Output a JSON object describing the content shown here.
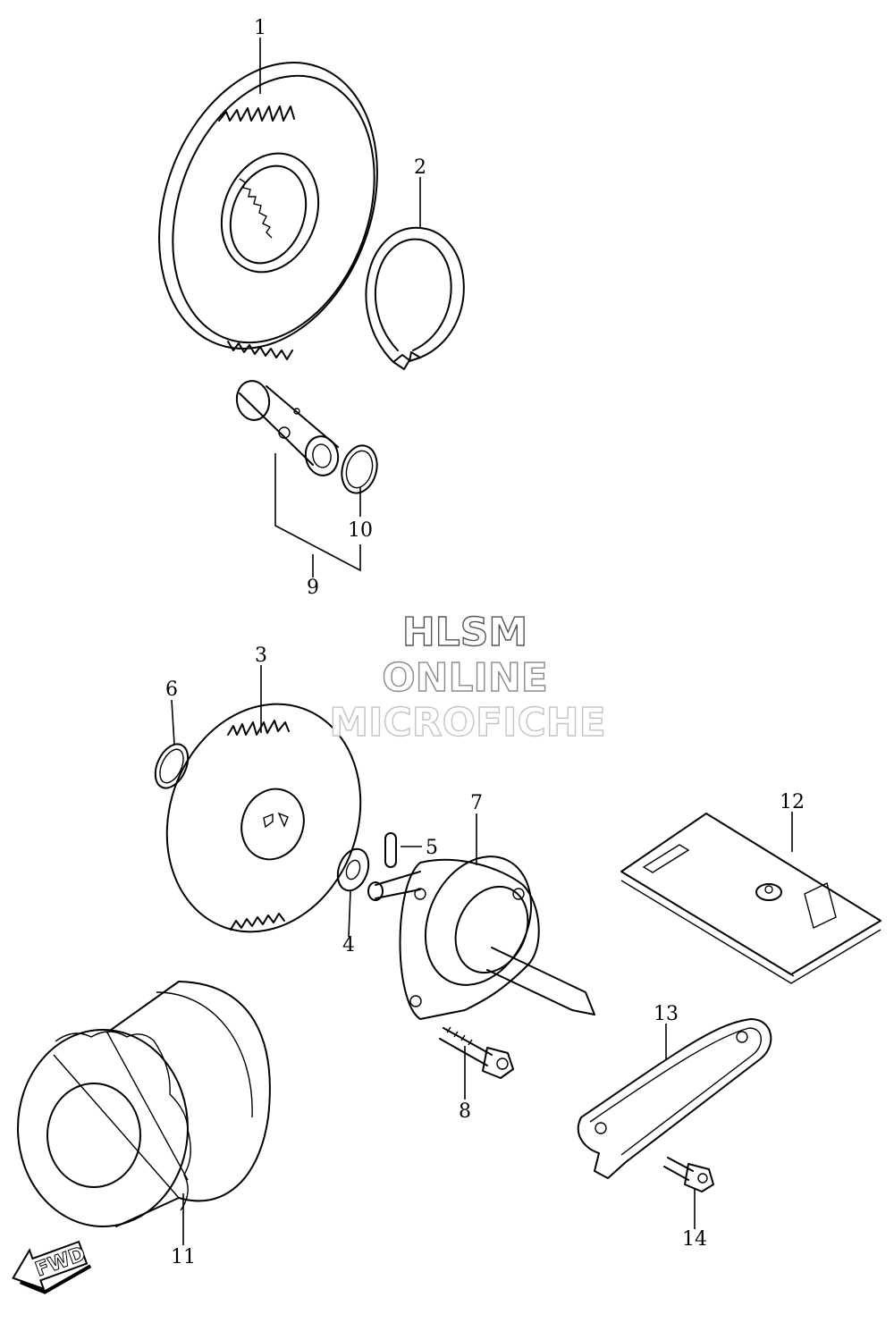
{
  "callouts": [
    {
      "id": "1",
      "text": "1"
    },
    {
      "id": "2",
      "text": "2"
    },
    {
      "id": "3",
      "text": "3"
    },
    {
      "id": "4",
      "text": "4"
    },
    {
      "id": "5",
      "text": "5"
    },
    {
      "id": "6",
      "text": "6"
    },
    {
      "id": "7",
      "text": "7"
    },
    {
      "id": "8",
      "text": "8"
    },
    {
      "id": "9",
      "text": "9"
    },
    {
      "id": "10",
      "text": "10"
    },
    {
      "id": "11",
      "text": "11"
    },
    {
      "id": "12",
      "text": "12"
    },
    {
      "id": "13",
      "text": "13"
    },
    {
      "id": "14",
      "text": "14"
    }
  ],
  "watermark": {
    "line1": "HLSM",
    "line2": "ONLINE",
    "line3": "MICROFICHE",
    "colors": [
      "#555555",
      "#8a8a8a",
      "#c4c4c4"
    ]
  },
  "direction_arrow": {
    "text": "FWD"
  }
}
